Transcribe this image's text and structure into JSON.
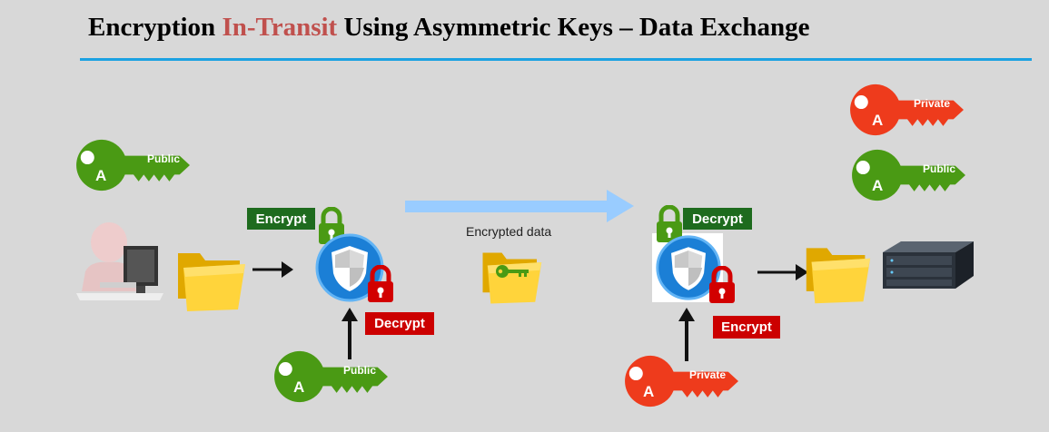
{
  "title": {
    "part1": "Encryption ",
    "part2": "In-Transit",
    "part3": " Using Asymmetric Keys – Data Exchange",
    "highlight_color": "#c0504d"
  },
  "colors": {
    "rule": "#1ba1e2",
    "green_key": "#4a9a14",
    "red_key": "#ee3b1c",
    "label_green": "#1e6b1e",
    "label_red": "#cc0000",
    "arrow_blue": "#99ccff"
  },
  "keys": {
    "sender_public": {
      "letter": "A",
      "label": "Public"
    },
    "decrypt_public": {
      "letter": "A",
      "label": "Public"
    },
    "receiver_private": {
      "letter": "A",
      "label": "Private"
    },
    "receiver_public": {
      "letter": "A",
      "label": "Public"
    },
    "encrypt_private": {
      "letter": "A",
      "label": "Private"
    }
  },
  "labels": {
    "left_encrypt": "Encrypt",
    "left_decrypt": "Decrypt",
    "right_decrypt": "Decrypt",
    "right_encrypt": "Encrypt",
    "encrypted_data": "Encrypted data"
  },
  "icons": [
    "user-computer-icon",
    "folder-icon",
    "shield-icon",
    "padlock-icon",
    "key-icon",
    "server-icon",
    "arrow-icon"
  ]
}
